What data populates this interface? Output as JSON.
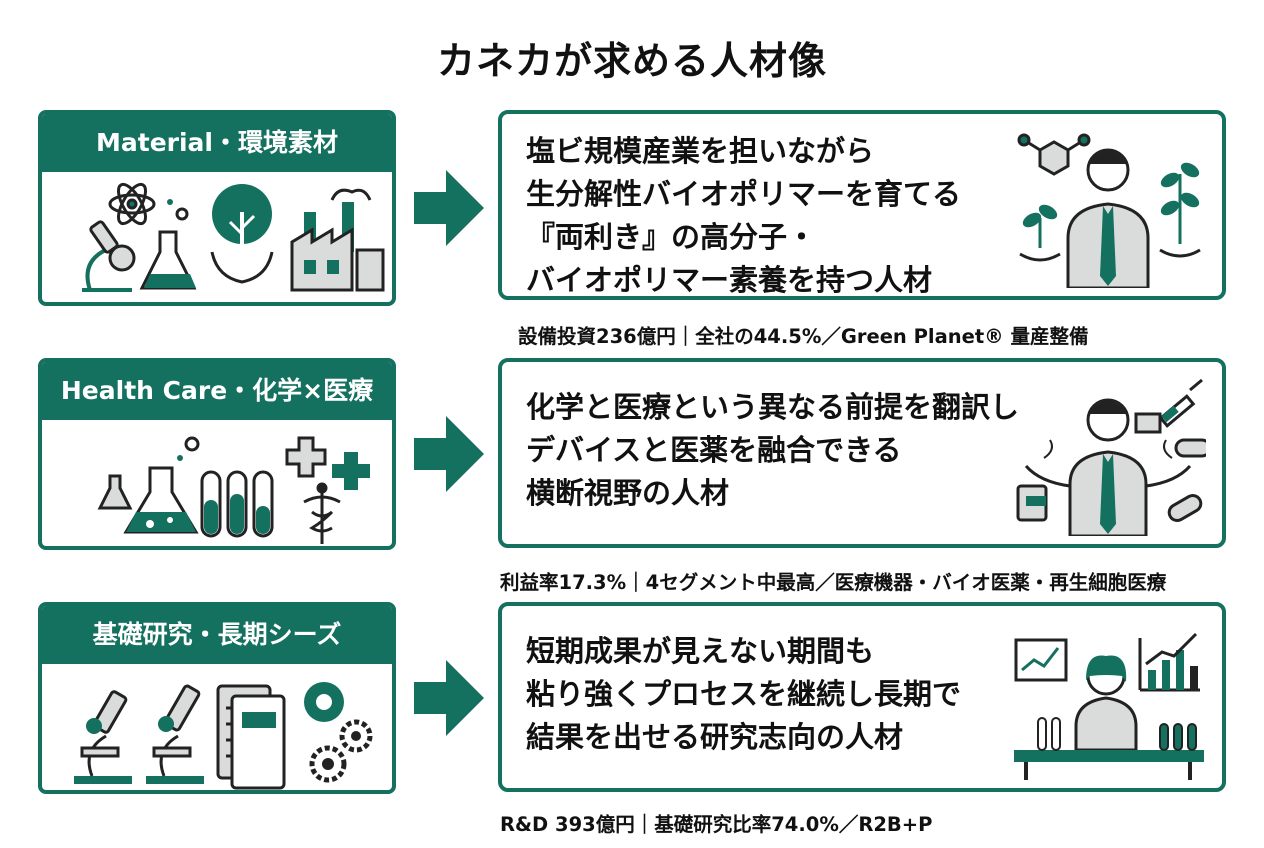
{
  "title": "カネカが求める人材像",
  "sections": [
    {
      "category": "Material・環境素材",
      "lines": [
        "塩ビ規模産業を担いながら",
        "生分解性バイオポリマーを育てる",
        "『両利き』の高分子・",
        "バイオポリマー素養を持つ人材"
      ],
      "note": "設備投資236億円｜全社の44.5%／Green Planet® 量産整備"
    },
    {
      "category": "Health Care・化学×医療",
      "lines": [
        "化学と医療という異なる前提を翻訳し",
        "デバイスと医薬を融合できる",
        "横断視野の人材"
      ],
      "note": "利益率17.3%｜4セグメント中最高／医療機器・バイオ医薬・再生細胞医療"
    },
    {
      "category": "基礎研究・長期シーズ",
      "lines": [
        "短期成果が見えない期間も",
        "粘り強くプロセスを継続し長期で",
        "結果を出せる研究志向の人材"
      ],
      "note": "R&D 393億円｜基礎研究比率74.0%／R2B+P"
    }
  ],
  "colors": {
    "primary": "#14705f",
    "gray": "#d9dcdb",
    "text": "#111111"
  }
}
